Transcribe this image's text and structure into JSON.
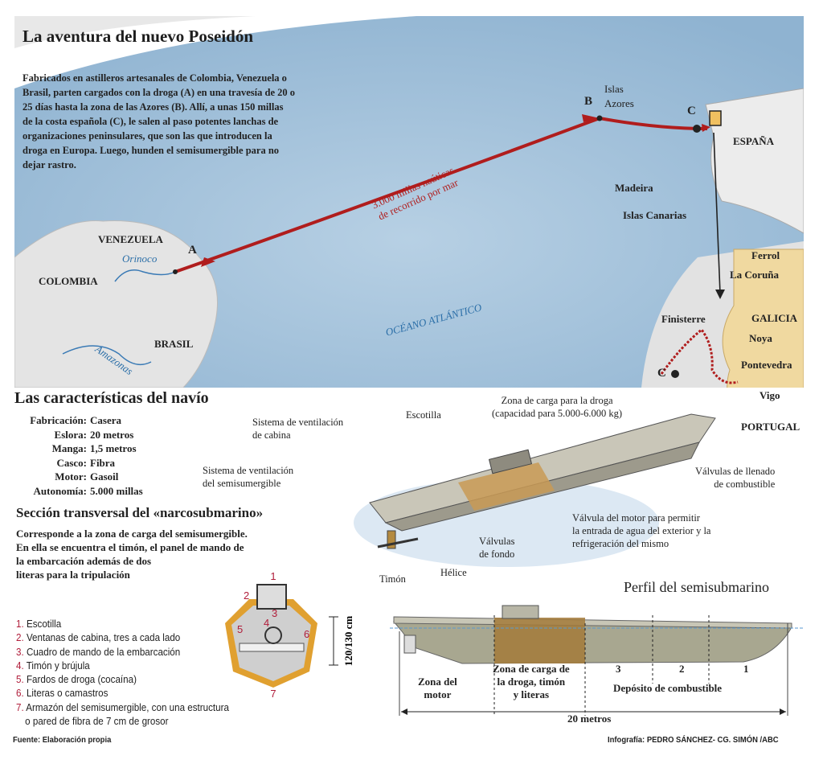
{
  "title": "La aventura del nuevo Poseidón",
  "intro": "Fabricados en astilleros artesanales de Colombia, Venezuela o Brasil, parten cargados con la droga (A) en una travesía de 20 o 25 días hasta la zona de las Azores (B). Allí, a unas 150 millas de la costa española (C), le salen al paso potentes lanchas de organizaciones peninsulares, que son las que introducen la droga en Europa. Luego, hunden el semisumergible para no dejar rastro.",
  "map": {
    "points": {
      "a": "A",
      "b": "B",
      "c": "C",
      "c2": "C"
    },
    "places": {
      "azores1": "Islas",
      "azores2": "Azores",
      "espana": "ESPAÑA",
      "madeira": "Madeira",
      "canarias": "Islas Canarias",
      "venezuela": "VENEZUELA",
      "orinoco": "Orinoco",
      "colombia": "COLOMBIA",
      "brasil": "BRASIL",
      "amazonas": "Amazonas",
      "oceano": "OCÉANO ATLÁNTICO",
      "ferrol": "Ferrol",
      "coruna": "La Coruña",
      "galicia": "GALICIA",
      "finisterre": "Finisterre",
      "noya": "Noya",
      "pontevedra": "Pontevedra",
      "vigo": "Vigo",
      "portugal": "PORTUGAL"
    },
    "route1": "3.000 millas naúticas",
    "route2": "de recorrido por mar",
    "colors": {
      "route": "#b01d1d",
      "ocean": "#a9c6dd",
      "land": "#dcdcdc",
      "spain": "#f0d9a0"
    }
  },
  "ship": {
    "title": "Las características del navío",
    "specs": [
      {
        "k": "Fabricación:",
        "v": "Casera"
      },
      {
        "k": "Eslora:",
        "v": "20 metros"
      },
      {
        "k": "Manga:",
        "v": "1,5 metros"
      },
      {
        "k": "Casco:",
        "v": "Fibra"
      },
      {
        "k": "Motor:",
        "v": "Gasoil"
      },
      {
        "k": "Autonomía:",
        "v": "5.000 millas"
      }
    ],
    "callouts": {
      "vent_cab1": "Sistema de ventilación",
      "vent_cab2": "de cabina",
      "escotilla": "Escotilla",
      "carga1": "Zona de carga para la droga",
      "carga2": "(capacidad para 5.000-6.000 kg)",
      "vent_semi1": "Sistema de ventilación",
      "vent_semi2": "del semisumergible",
      "llenado1": "Válvulas de llenado",
      "llenado2": "de combustible",
      "motor1": "Válvula del motor para permitir",
      "motor2": "la entrada de agua del exterior y la",
      "motor3": "refrigeración del mismo",
      "fondo1": "Válvulas",
      "fondo2": "de fondo",
      "timon": "Timón",
      "helice": "Hélice"
    }
  },
  "section": {
    "title": "Sección transversal del «narcosubmarino»",
    "lines": [
      "Corresponde a la zona de carga del semisumergible.",
      "En ella se encuentra el timón, el panel de mando de",
      "la embarcación además de dos",
      "literas para la tripulación"
    ],
    "height": "120/130 cm",
    "legend": [
      {
        "n": "1.",
        "t": "Escotilla"
      },
      {
        "n": "2.",
        "t": "Ventanas de cabina, tres a cada lado"
      },
      {
        "n": "3.",
        "t": "Cuadro de mando de la embarcación"
      },
      {
        "n": "4.",
        "t": "Timón y brújula"
      },
      {
        "n": "5.",
        "t": "Fardos de droga (cocaína)"
      },
      {
        "n": "6.",
        "t": "Literas o camastros"
      },
      {
        "n": "7.",
        "t": "Armazón del semisumergible, con una estructura"
      },
      {
        "n": "",
        "t": "o pared de fibra de 7 cm de grosor"
      }
    ],
    "nums": [
      "1",
      "2",
      "3",
      "4",
      "5",
      "6",
      "7"
    ]
  },
  "profile": {
    "title": "Perfil del semisubmarino",
    "motor1": "Zona del",
    "motor2": "motor",
    "carga1": "Zona de carga de",
    "carga2": "la droga, timón",
    "carga3": "y literas",
    "t3": "3",
    "t2": "2",
    "t1": "1",
    "deposito": "Depósito de  combustible",
    "length": "20 metros"
  },
  "footer": {
    "source": "Fuente: Elaboración propia",
    "credit": "Infografía: PEDRO SÁNCHEZ- CG. SIMÓN /ABC"
  }
}
